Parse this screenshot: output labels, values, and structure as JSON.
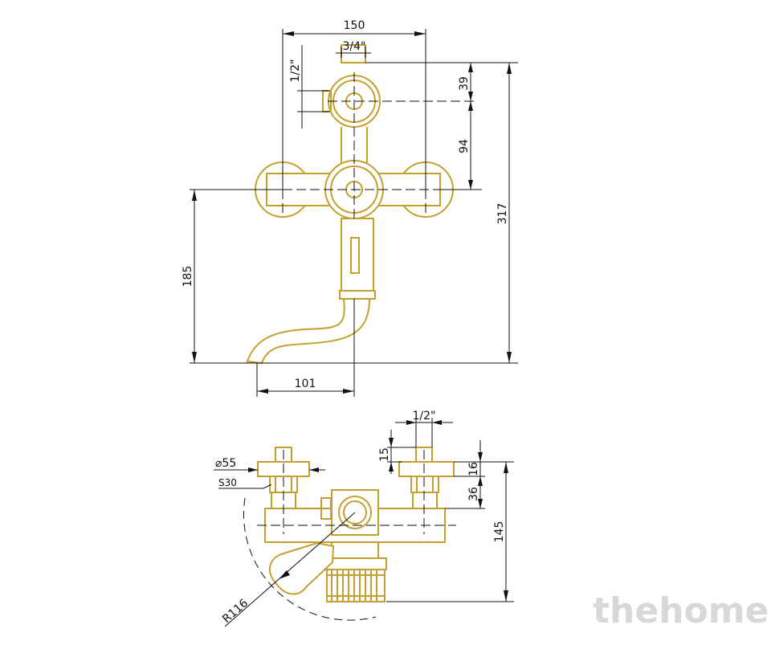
{
  "front_view": {
    "dims": {
      "width_total": "150",
      "inlet_thread": "3/4\"",
      "side_thread": "1/2\"",
      "top_offset": "39",
      "upper_spacing": "94",
      "total_height": "317",
      "spout_height": "185",
      "spout_reach": "101"
    }
  },
  "top_view": {
    "dims": {
      "thread": "1/2\"",
      "pipe_length": "15",
      "nut_height": "16",
      "body_offset": "36",
      "total_depth": "145",
      "diameter": "⌀55",
      "wrench_size": "S30",
      "swing_radius": "R116"
    }
  },
  "watermark": "thehome",
  "colors": {
    "part_stroke": "#c4a030",
    "dim_stroke": "#111111",
    "watermark": "#d8d8d8"
  }
}
